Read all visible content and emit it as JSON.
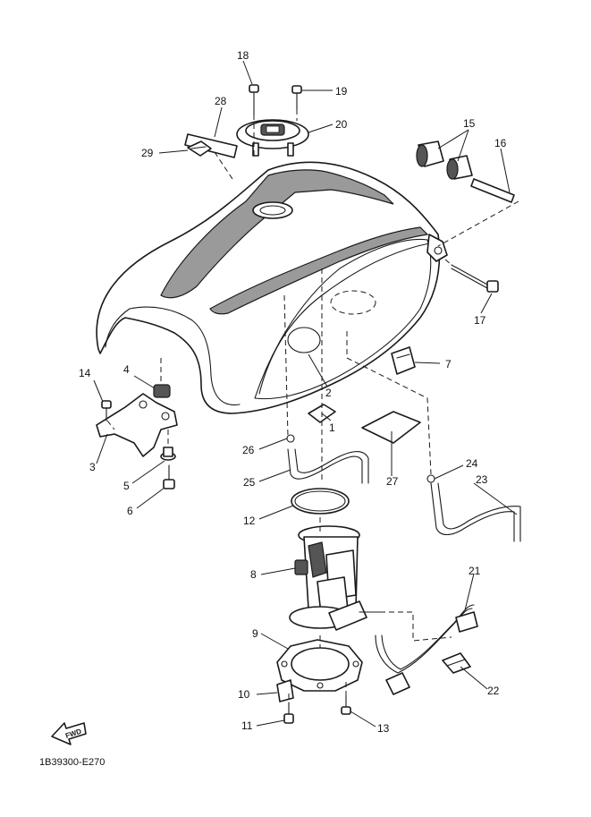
{
  "diagram": {
    "reference_code": "1B39300-E270",
    "fwd_label": "FWD",
    "callouts": [
      {
        "id": "c1",
        "text": "1"
      },
      {
        "id": "c2",
        "text": "2"
      },
      {
        "id": "c3",
        "text": "3"
      },
      {
        "id": "c4",
        "text": "4"
      },
      {
        "id": "c5",
        "text": "5"
      },
      {
        "id": "c6",
        "text": "6"
      },
      {
        "id": "c7",
        "text": "7"
      },
      {
        "id": "c8",
        "text": "8"
      },
      {
        "id": "c9",
        "text": "9"
      },
      {
        "id": "c10",
        "text": "10"
      },
      {
        "id": "c11",
        "text": "11"
      },
      {
        "id": "c12",
        "text": "12"
      },
      {
        "id": "c13",
        "text": "13"
      },
      {
        "id": "c14",
        "text": "14"
      },
      {
        "id": "c15",
        "text": "15"
      },
      {
        "id": "c16",
        "text": "16"
      },
      {
        "id": "c17",
        "text": "17"
      },
      {
        "id": "c18",
        "text": "18"
      },
      {
        "id": "c19",
        "text": "19"
      },
      {
        "id": "c20",
        "text": "20"
      },
      {
        "id": "c21",
        "text": "21"
      },
      {
        "id": "c22",
        "text": "22"
      },
      {
        "id": "c23",
        "text": "23"
      },
      {
        "id": "c24",
        "text": "24"
      },
      {
        "id": "c25",
        "text": "25"
      },
      {
        "id": "c26",
        "text": "26"
      },
      {
        "id": "c27",
        "text": "27"
      },
      {
        "id": "c28",
        "text": "28"
      },
      {
        "id": "c29",
        "text": "29"
      }
    ]
  }
}
